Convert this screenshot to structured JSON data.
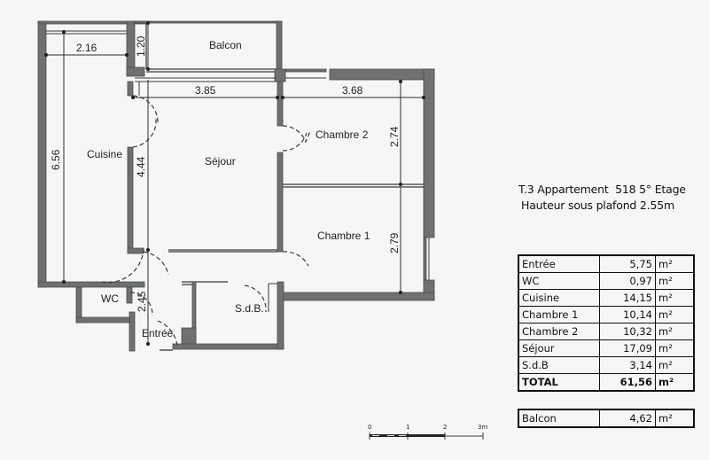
{
  "header": {
    "line1": "T.3 Appartement  518 5° Etage",
    "line2": "Hauteur sous plafond 2.55m"
  },
  "rooms": {
    "balcon": "Balcon",
    "cuisine": "Cuisine",
    "sejour": "Séjour",
    "chambre2": "Chambre 2",
    "chambre1": "Chambre 1",
    "wc": "WC",
    "sdb": "S.d.B.",
    "entree": "Entrée"
  },
  "dimensions": {
    "cuisine_width": "2.16",
    "cuisine_length": "6.56",
    "balcon_depth": "1.20",
    "sejour_width": "3.85",
    "sejour_length": "4.44",
    "chambre2_width": "3.68",
    "chambre2_depth": "2.74",
    "chambre1_depth": "2.79",
    "entree_length": "2.45"
  },
  "area_table": {
    "unit": "m²",
    "rows": [
      {
        "name": "Entrée",
        "value": "5,75",
        "unit": "m²"
      },
      {
        "name": "WC",
        "value": "0,97",
        "unit": "m²"
      },
      {
        "name": "Cuisine",
        "value": "14,15",
        "unit": "m²"
      },
      {
        "name": "Chambre 1",
        "value": "10,14",
        "unit": "m²"
      },
      {
        "name": "Chambre 2",
        "value": "10,32",
        "unit": "m²"
      },
      {
        "name": "Séjour",
        "value": "17,09",
        "unit": "m²"
      },
      {
        "name": "S.d.B",
        "value": "3,14",
        "unit": "m²"
      }
    ],
    "total": {
      "name": "TOTAL",
      "value": "61,56",
      "unit": "m²"
    }
  },
  "balcon_table": {
    "name": "Balcon",
    "value": "4,62",
    "unit": "m²"
  },
  "scale_bar": {
    "ticks": [
      "0",
      "1",
      "2",
      "3m"
    ]
  },
  "colors": {
    "wall": "#6e7072",
    "background": "#f6f6f8",
    "ink": "#222222"
  }
}
